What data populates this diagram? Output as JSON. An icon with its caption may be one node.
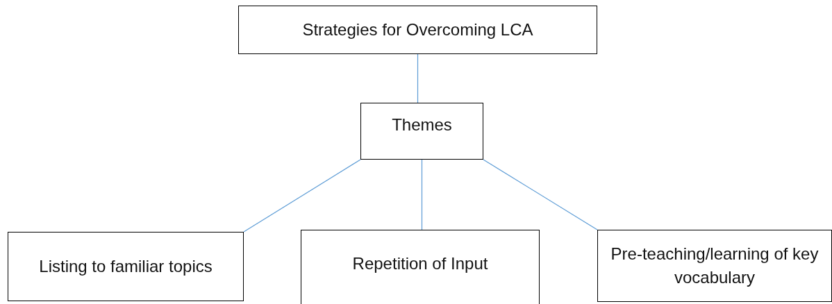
{
  "diagram": {
    "nodes": [
      {
        "text": [
          "Strategies for Overcoming LCA"
        ]
      },
      {
        "text": [
          "Themes"
        ]
      },
      {
        "text": [
          "Listing to familiar topics"
        ]
      },
      {
        "text": [
          "Repetition of Input"
        ]
      },
      {
        "text": [
          "Pre-teaching/learning of key vocabulary"
        ]
      }
    ],
    "edges": [
      {
        "from": 0,
        "to": 1,
        "arrow": "none"
      },
      {
        "from": 1,
        "to": 2,
        "arrow": "none"
      },
      {
        "from": 1,
        "to": 3,
        "arrow": "none"
      },
      {
        "from": 1,
        "to": 4,
        "arrow": "none"
      }
    ]
  }
}
